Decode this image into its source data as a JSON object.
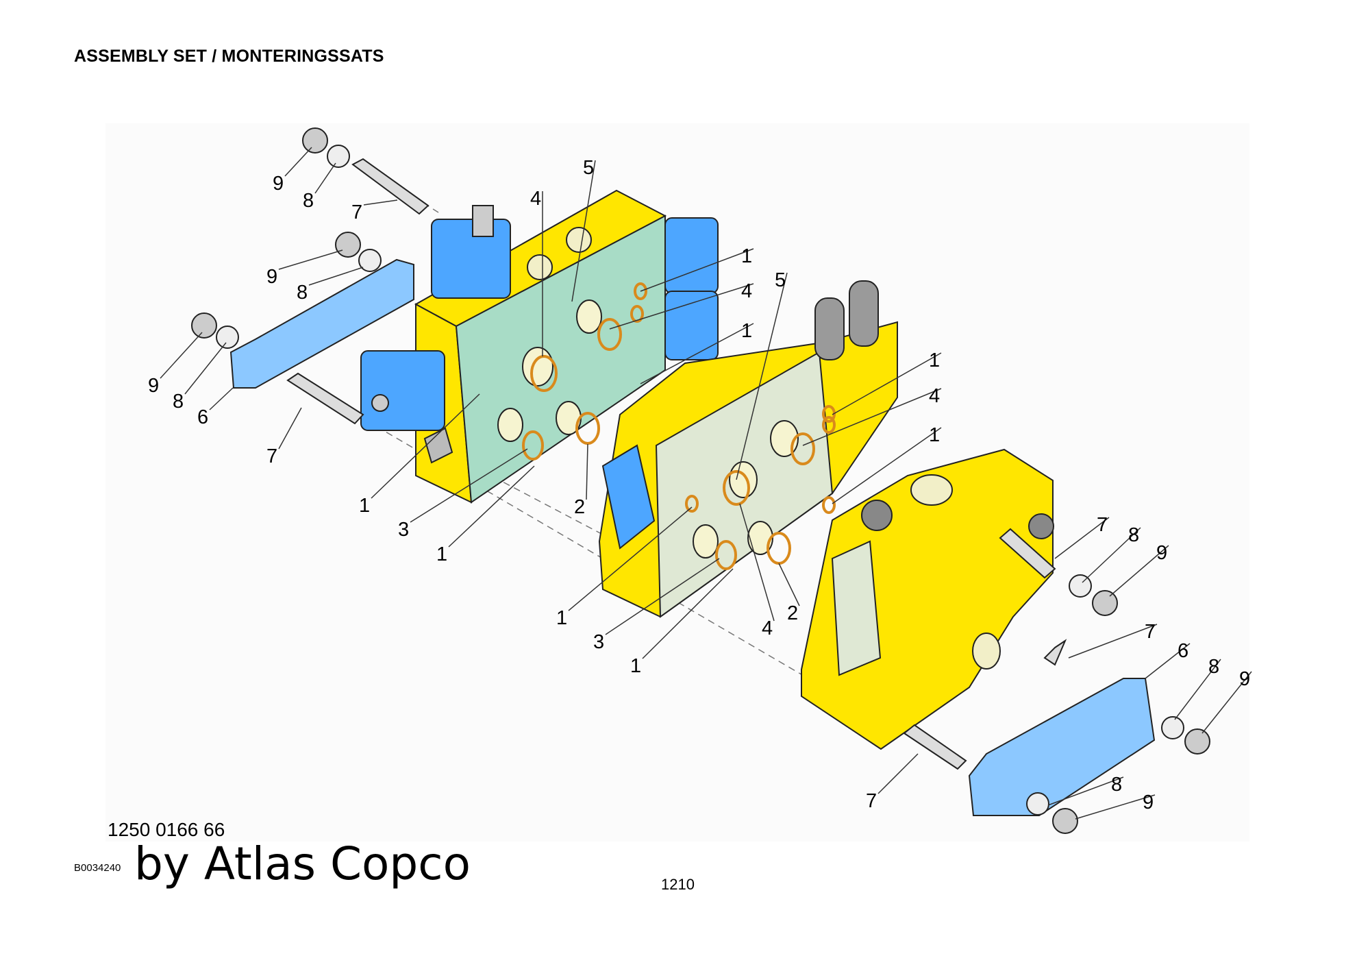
{
  "header": {
    "title": "ASSEMBLY SET / MONTERINGSSATS"
  },
  "footer": {
    "part_number": "1250 0166 66",
    "document_id": "B0034240",
    "brand_text": "by Atlas Copco",
    "page_number": "1210"
  },
  "colors": {
    "block_yellow": "#ffe600",
    "face_teal": "#a8dcc6",
    "face_green": "#dfe8d4",
    "coil_blue": "#4da6ff",
    "bracket_blue": "#8cc8ff",
    "oring_orange": "#d98a1c"
  },
  "callouts": [
    "9",
    "8",
    "7",
    "5",
    "4",
    "9",
    "8",
    "1",
    "4",
    "1",
    "5",
    "9",
    "8",
    "6",
    "7",
    "1",
    "4",
    "1",
    "1",
    "3",
    "1",
    "2",
    "7",
    "8",
    "9",
    "1",
    "3",
    "4",
    "2",
    "1",
    "7",
    "6",
    "8",
    "9",
    "7",
    "8",
    "9"
  ]
}
